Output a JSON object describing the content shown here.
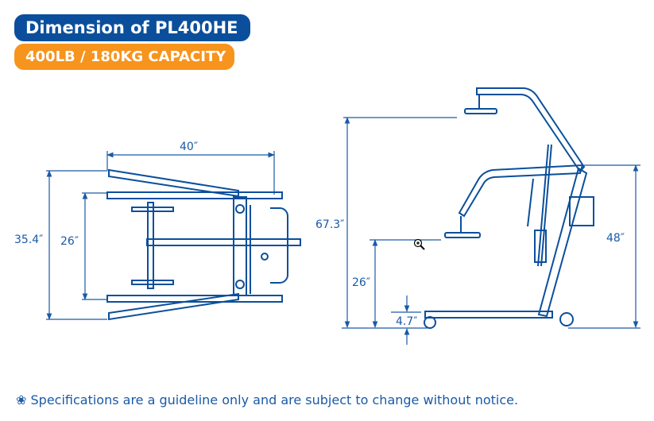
{
  "header": {
    "title": "Dimension of PL400HE",
    "capacity": "400LB / 180KG CAPACITY"
  },
  "top_view": {
    "width_label": "40″",
    "overall_width_label": "35.4″",
    "inner_width_label": "26″"
  },
  "side_view": {
    "max_height_label": "67.3″",
    "min_height_label": "26″",
    "base_clearance_label": "4.7″",
    "mast_height_label": "48″"
  },
  "footnote": {
    "icon": "flower-bullet-icon",
    "text": "Specifications are a guideline only and are subject to change without notice."
  },
  "colors": {
    "blue": "#0b4f9c",
    "orange": "#f7941d",
    "line": "#1a5aa6"
  }
}
